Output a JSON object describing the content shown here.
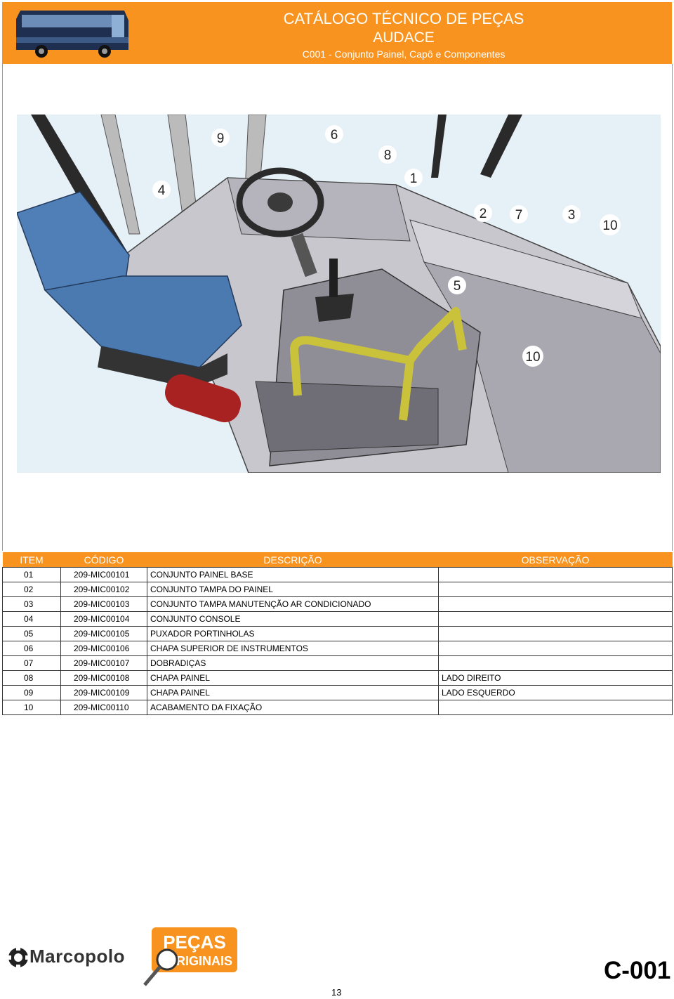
{
  "header": {
    "title": "CATÁLOGO TÉCNICO DE PEÇAS",
    "model": "AUDACE",
    "subtitle": "C001 - Conjunto Painel, Capô e Componentes"
  },
  "diagram": {
    "callouts": [
      "1",
      "2",
      "3",
      "4",
      "5",
      "6",
      "7",
      "8",
      "9",
      "10",
      "10"
    ]
  },
  "table": {
    "headers": [
      "ITEM",
      "CÓDIGO",
      "DESCRIÇÃO",
      "OBSERVAÇÃO"
    ],
    "rows": [
      [
        "01",
        "209-MIC00101",
        "CONJUNTO PAINEL BASE",
        ""
      ],
      [
        "02",
        "209-MIC00102",
        "CONJUNTO TAMPA DO PAINEL",
        ""
      ],
      [
        "03",
        "209-MIC00103",
        "CONJUNTO TAMPA MANUTENÇÃO AR CONDICIONADO",
        ""
      ],
      [
        "04",
        "209-MIC00104",
        "CONJUNTO CONSOLE",
        ""
      ],
      [
        "05",
        "209-MIC00105",
        "PUXADOR PORTINHOLAS",
        ""
      ],
      [
        "06",
        "209-MIC00106",
        "CHAPA SUPERIOR DE INSTRUMENTOS",
        ""
      ],
      [
        "07",
        "209-MIC00107",
        "DOBRADIÇAS",
        ""
      ],
      [
        "08",
        "209-MIC00108",
        "CHAPA PAINEL",
        "LADO DIREITO"
      ],
      [
        "09",
        "209-MIC00109",
        "CHAPA PAINEL",
        "LADO ESQUERDO"
      ],
      [
        "10",
        "209-MIC00110",
        "ACABAMENTO DA FIXAÇÃO",
        ""
      ]
    ]
  },
  "footer": {
    "brand": "Marcopolo",
    "badge_line1": "PEÇAS",
    "badge_line2": "ORIGINAIS",
    "page_number": "13",
    "page_code": "C-001"
  }
}
